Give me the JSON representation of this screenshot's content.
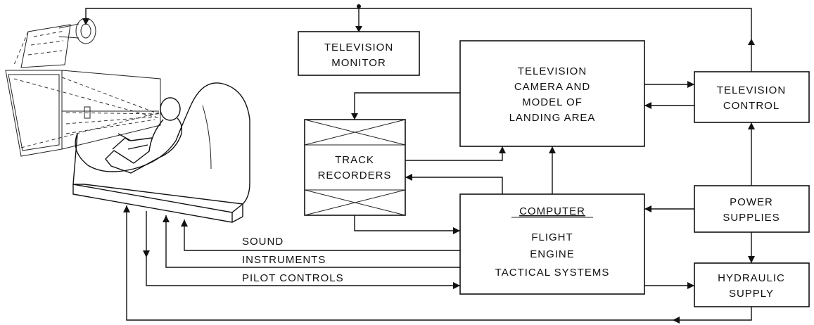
{
  "blocks": {
    "tv_monitor": [
      "TELEVISION",
      "MONITOR"
    ],
    "tv_camera": [
      "TELEVISION",
      "CAMERA AND",
      "MODEL OF",
      "LANDING AREA"
    ],
    "tv_control": [
      "TELEVISION",
      "CONTROL"
    ],
    "track_recorders": [
      "TRACK",
      "RECORDERS"
    ],
    "computer_title": "COMPUTER",
    "computer_functions": [
      "FLIGHT",
      "ENGINE",
      "TACTICAL SYSTEMS"
    ],
    "power_supplies": [
      "POWER",
      "SUPPLIES"
    ],
    "hydraulic_supply": [
      "HYDRAULIC",
      "SUPPLY"
    ]
  },
  "signals": {
    "sound": "SOUND",
    "instruments": "INSTRUMENTS",
    "pilot_controls": "PILOT CONTROLS"
  }
}
